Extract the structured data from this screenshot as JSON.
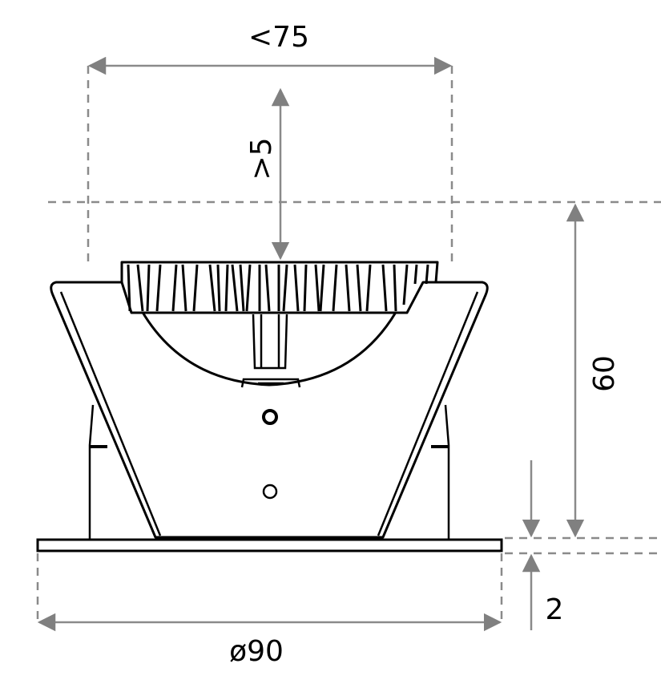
{
  "drawing": {
    "title": "Recessed downlight dimension drawing",
    "units": "mm",
    "line_color": "#000000",
    "dimension_color": "#8a8a8a"
  },
  "dimensions": {
    "max_module_width": {
      "label": "<75",
      "value": 75,
      "qualifier": "less than"
    },
    "min_top_clearance": {
      "label": ">5",
      "value": 5,
      "qualifier": "greater than"
    },
    "recess_depth": {
      "label": "60",
      "value": 60
    },
    "trim_thickness": {
      "label": "2",
      "value": 2
    },
    "trim_diameter": {
      "label": "ø90",
      "value": 90,
      "qualifier": "diameter"
    }
  }
}
